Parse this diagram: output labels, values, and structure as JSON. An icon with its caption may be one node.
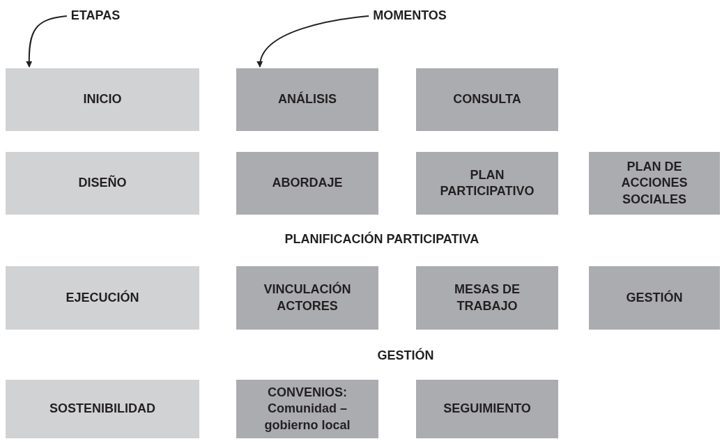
{
  "diagram": {
    "nodes": [
      {
        "text": [
          "ETAPAS"
        ]
      },
      {
        "text": [
          "MOMENTOS"
        ]
      },
      {
        "text": [
          "INICIO"
        ]
      },
      {
        "text": [
          "ANÁLISIS"
        ]
      },
      {
        "text": [
          "CONSULTA"
        ]
      },
      {
        "text": [
          "DISEÑO"
        ]
      },
      {
        "text": [
          "ABORDAJE"
        ]
      },
      {
        "text": [
          "PLAN PARTICIPATIVO"
        ]
      },
      {
        "text": [
          "PLAN DE ACCIONES SOCIALES"
        ]
      },
      {
        "text": [
          "EJECUCIÓN"
        ]
      },
      {
        "text": [
          "VINCULACIÓN ACTORES"
        ]
      },
      {
        "text": [
          "MESAS DE TRABAJO"
        ]
      },
      {
        "text": [
          "GESTIÓN"
        ]
      },
      {
        "text": [
          "SOSTENIBILIDAD"
        ]
      },
      {
        "text": [
          "CONVENIOS: Comunidad – gobierno local"
        ]
      },
      {
        "text": [
          "SEGUIMIENTO"
        ]
      }
    ],
    "edges": [
      {
        "from": 0,
        "to": 2,
        "arrow": "to"
      },
      {
        "from": 1,
        "to": 3,
        "arrow": "to"
      }
    ],
    "labels": [
      "PLANIFICACIÓN PARTICIPATIVA",
      "GESTIÓN"
    ]
  }
}
